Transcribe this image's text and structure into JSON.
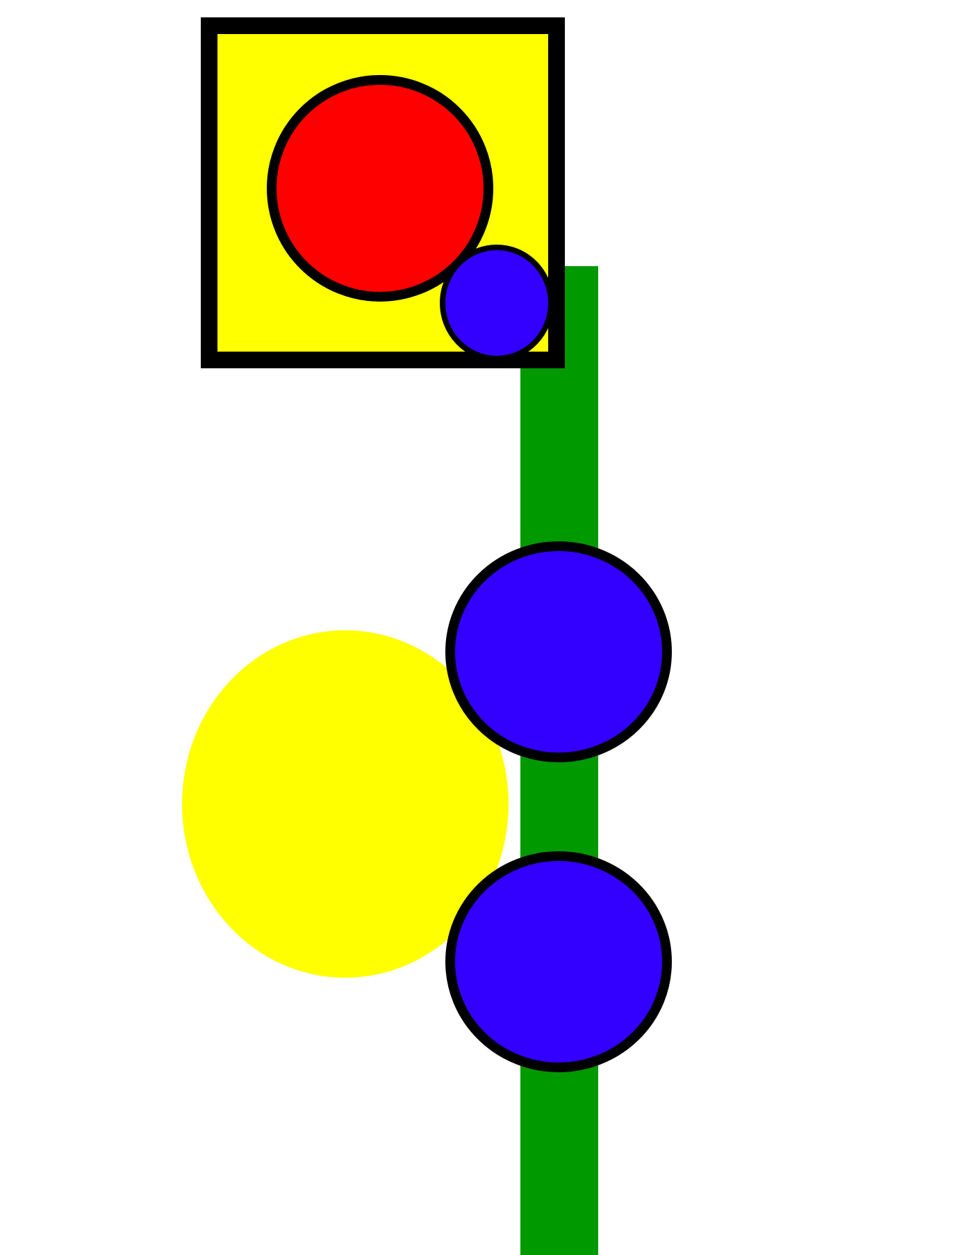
{
  "background": "#ffffff",
  "colors": {
    "yellow": "#ffff00",
    "red": "#ff0000",
    "blue": "#3300ff",
    "green": "#009900",
    "outline": "#000000"
  },
  "shapes": [
    {
      "name": "green-vertical-bar",
      "kind": "rect",
      "fill": "green",
      "outline": false
    },
    {
      "name": "yellow-square",
      "kind": "rect",
      "fill": "yellow",
      "outline": true
    },
    {
      "name": "red-circle",
      "kind": "ellipse",
      "fill": "red",
      "outline": true
    },
    {
      "name": "small-blue-circle",
      "kind": "ellipse",
      "fill": "blue",
      "outline": true
    },
    {
      "name": "yellow-ellipse",
      "kind": "ellipse",
      "fill": "yellow",
      "outline": false
    },
    {
      "name": "blue-circle-upper",
      "kind": "ellipse",
      "fill": "blue",
      "outline": true
    },
    {
      "name": "blue-circle-lower",
      "kind": "ellipse",
      "fill": "blue",
      "outline": true
    }
  ]
}
